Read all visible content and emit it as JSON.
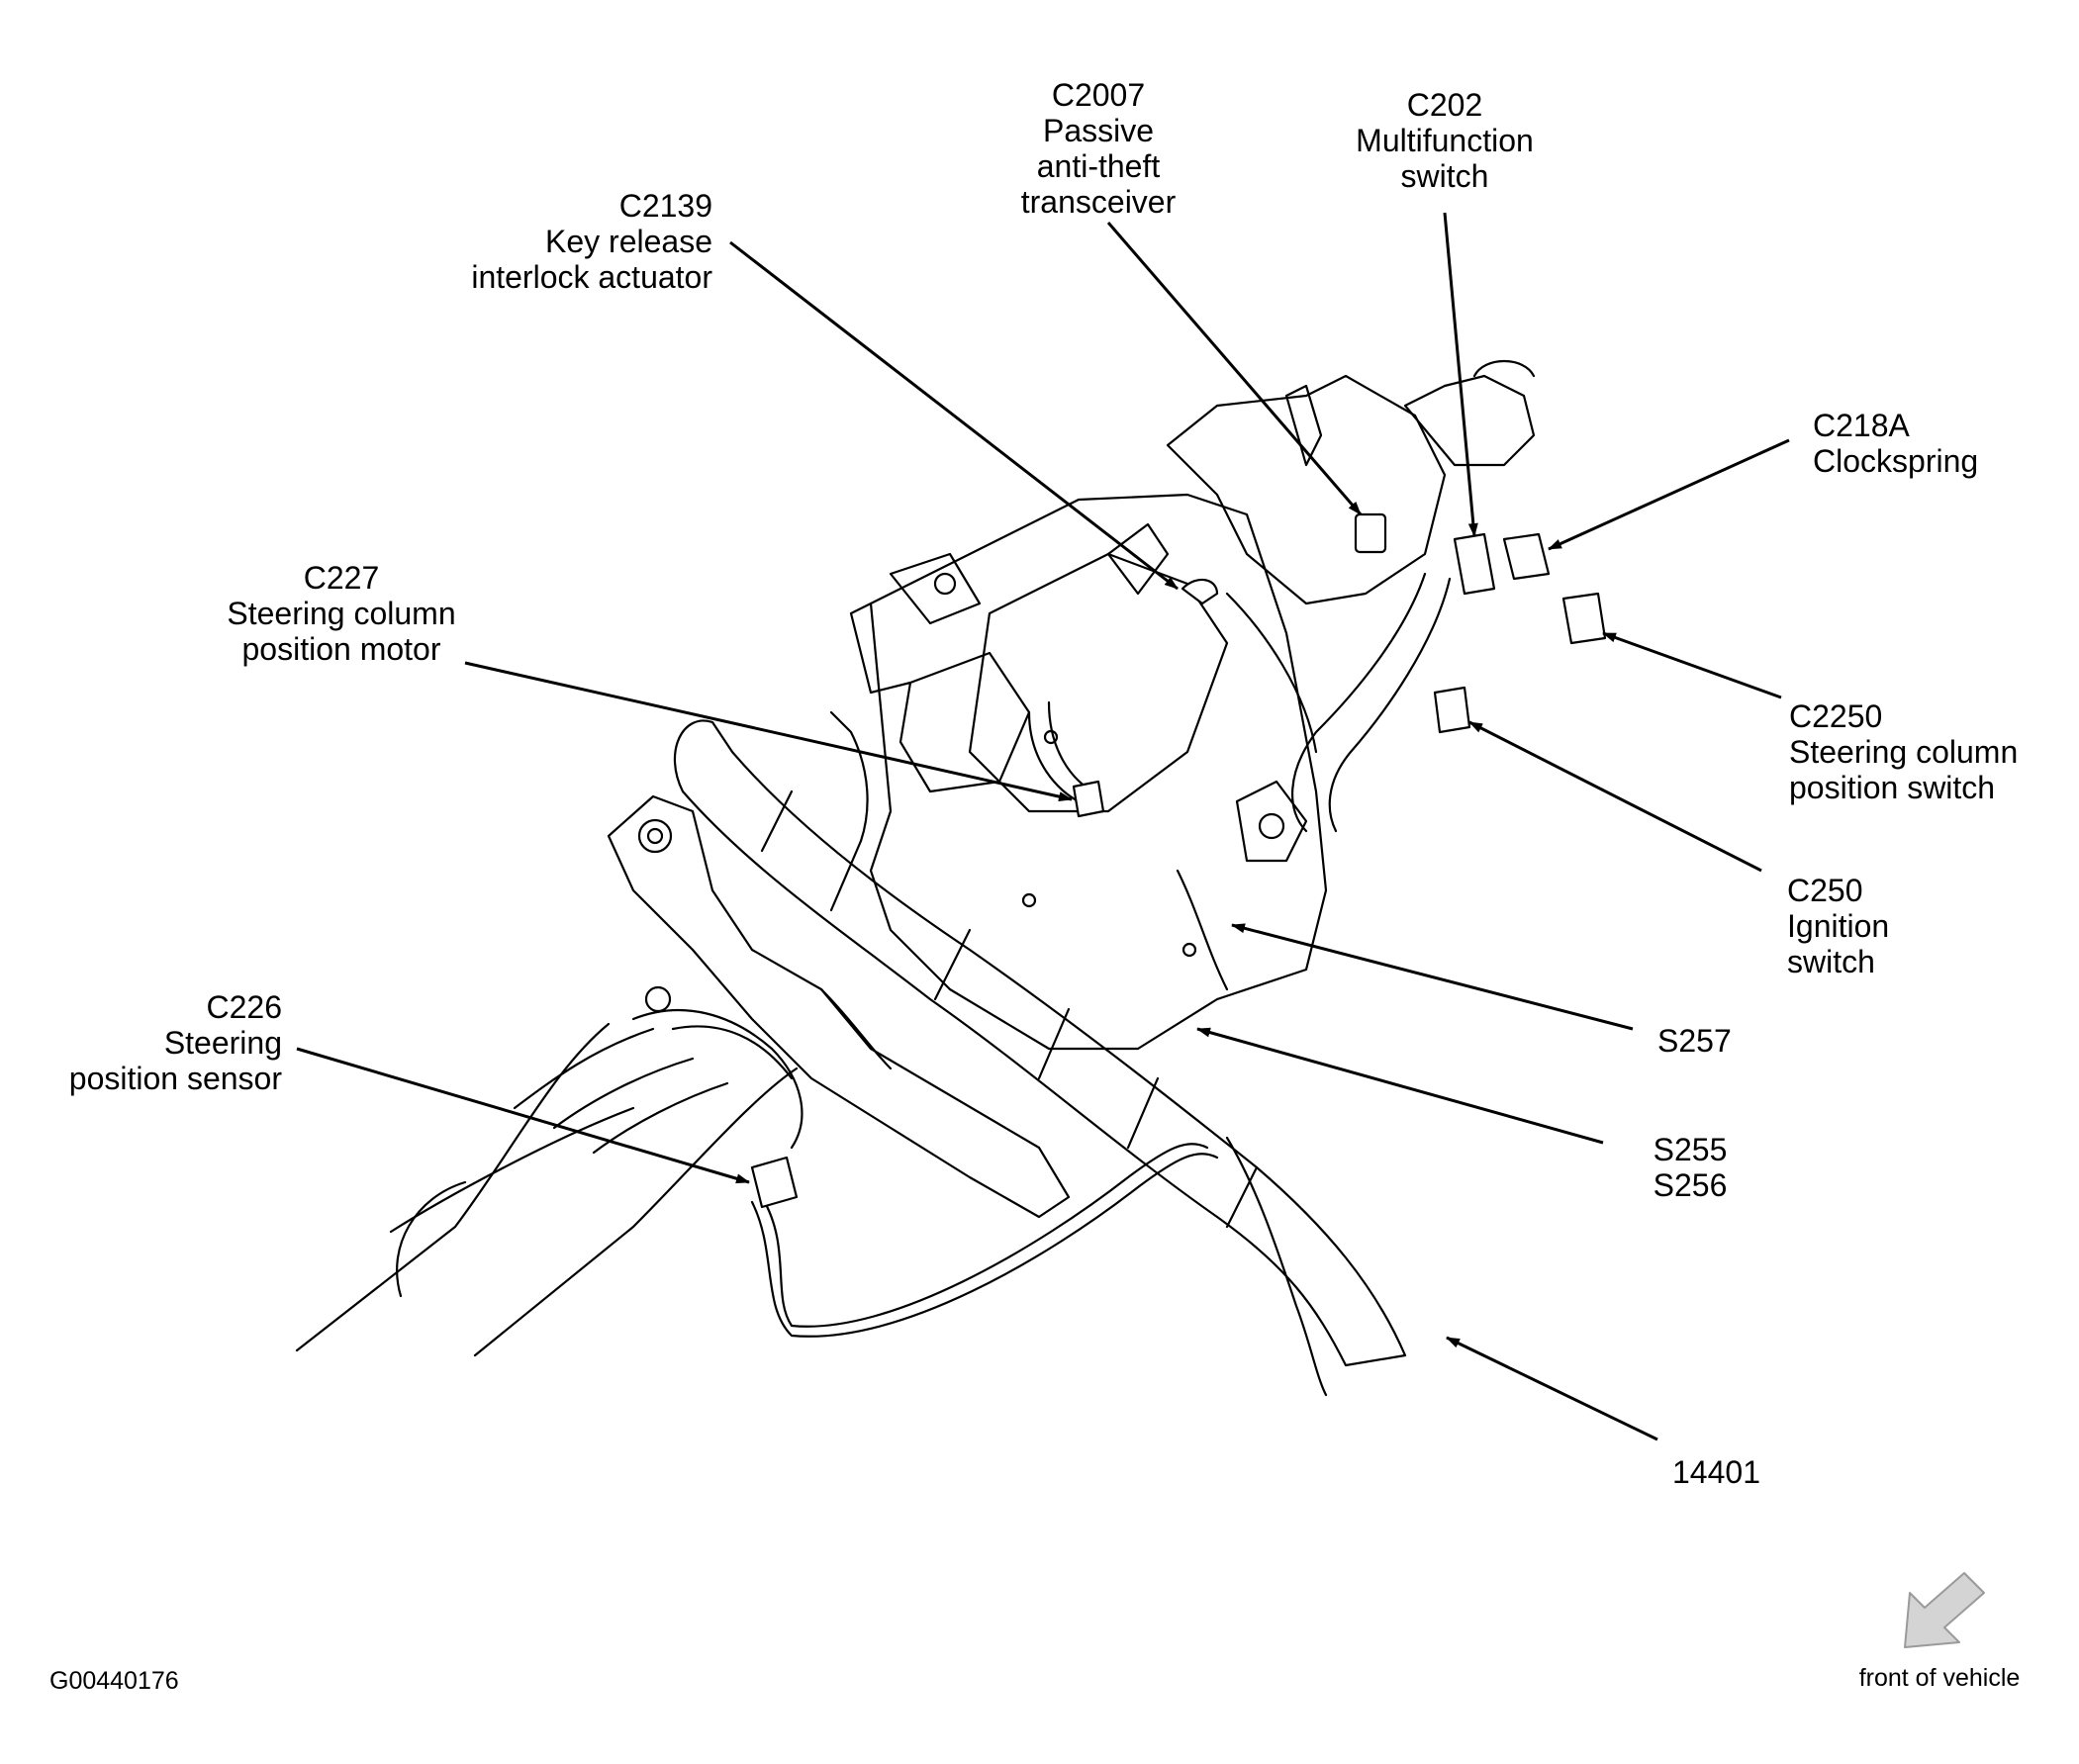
{
  "callouts": {
    "c2007": {
      "code": "C2007",
      "line1": "Passive",
      "line2": "anti-theft",
      "line3": "transceiver"
    },
    "c202": {
      "code": "C202",
      "line1": "Multifunction",
      "line2": "switch"
    },
    "c2139": {
      "code": "C2139",
      "line1": "Key release",
      "line2": "interlock actuator"
    },
    "c218a": {
      "code": "C218A",
      "line1": "Clockspring"
    },
    "c227": {
      "code": "C227",
      "line1": "Steering column",
      "line2": "position motor"
    },
    "c2250": {
      "code": "C2250",
      "line1": "Steering column",
      "line2": "position switch"
    },
    "c250": {
      "code": "C250",
      "line1": "Ignition",
      "line2": "switch"
    },
    "s257": {
      "code": "S257"
    },
    "s255": {
      "line1": "S255",
      "line2": "S256"
    },
    "c226": {
      "code": "C226",
      "line1": "Steering",
      "line2": "position sensor"
    },
    "p14401": {
      "code": "14401"
    }
  },
  "figure_id": "G00440176",
  "orientation_label": "front of vehicle",
  "colors": {
    "line": "#000000",
    "fill": "#ffffff",
    "arrow_gray": "#b8b8b8"
  }
}
